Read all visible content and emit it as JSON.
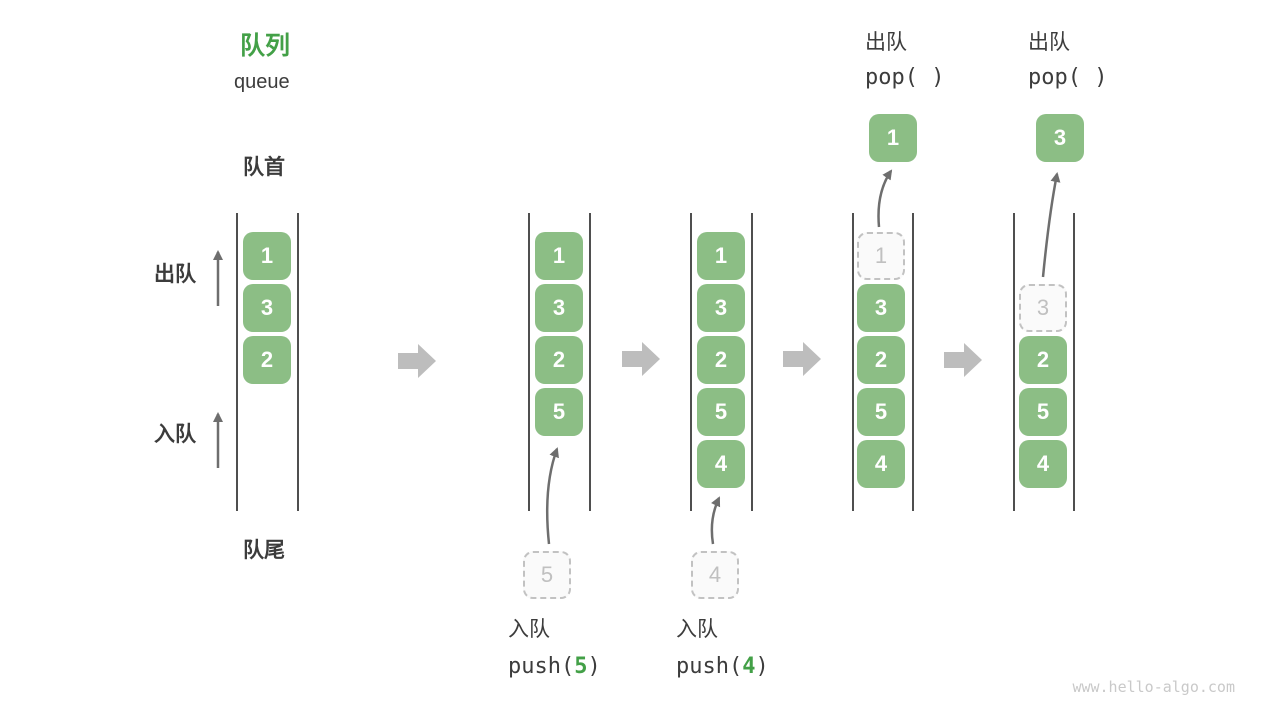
{
  "header": {
    "title_zh": "队列",
    "title_en": "queue"
  },
  "side_labels": {
    "front": "队首",
    "rear": "队尾",
    "dequeue": "出队",
    "enqueue": "入队"
  },
  "states": [
    {
      "items": [
        "1",
        "3",
        "2"
      ]
    },
    {
      "items": [
        "1",
        "3",
        "2",
        "5"
      ],
      "incoming": "5"
    },
    {
      "items": [
        "1",
        "3",
        "2",
        "5",
        "4"
      ],
      "incoming": "4"
    },
    {
      "popped": "1",
      "ghost": "1",
      "items": [
        "3",
        "2",
        "5",
        "4"
      ]
    },
    {
      "popped": "3",
      "ghost": "3",
      "items": [
        "2",
        "5",
        "4"
      ]
    }
  ],
  "ops": {
    "push5": {
      "label": "入队",
      "code_prefix": "push(",
      "arg": "5",
      "code_suffix": ")"
    },
    "push4": {
      "label": "入队",
      "code_prefix": "push(",
      "arg": "4",
      "code_suffix": ")"
    },
    "pop1": {
      "label": "出队",
      "code": "pop( )"
    },
    "pop2": {
      "label": "出队",
      "code": "pop( )"
    }
  },
  "watermark": "www.hello-algo.com",
  "colors": {
    "accent_green": "#43a047",
    "box_green": "#8cbe85",
    "block_arrow_gray": "#bdbdbd",
    "thin_arrow_gray": "#6e6e6e",
    "text_dark": "#3c3c3c",
    "ghost_gray": "#c0c0c0",
    "wall_gray": "#4f4f4f",
    "watermark_gray": "#c9c9c9"
  },
  "icons": {
    "flow_arrow": "right-block-arrow",
    "pop_arrow": "curved-up-arrow",
    "push_arrow": "curved-up-arrow",
    "direction_arrow": "straight-up-arrow"
  }
}
